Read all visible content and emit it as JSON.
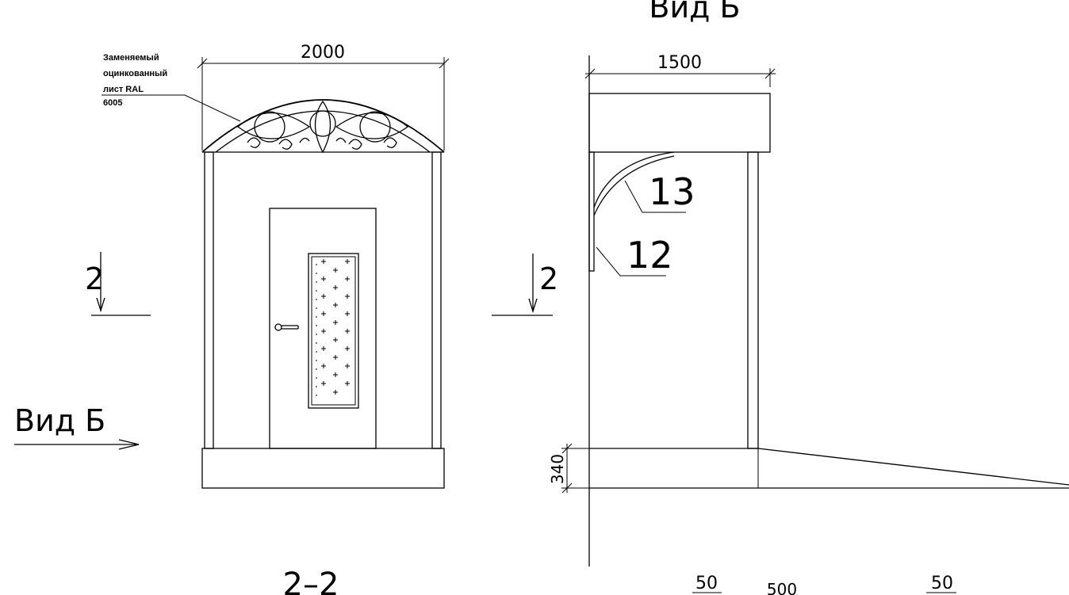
{
  "top_view_title": "Вид Б",
  "front": {
    "width_dim": "2000",
    "note_lines": [
      "Заменяемый",
      "оцинкованный",
      "лист RAL",
      "6005"
    ],
    "section_mark": "2",
    "view_arrow_label": "Вид Б",
    "section_title": "2–2"
  },
  "side": {
    "width_dim": "1500",
    "callout_a": "13",
    "callout_b": "12",
    "section_mark": "2",
    "height_dim": "340",
    "bottom_dims": [
      "50",
      "500",
      "50"
    ]
  }
}
